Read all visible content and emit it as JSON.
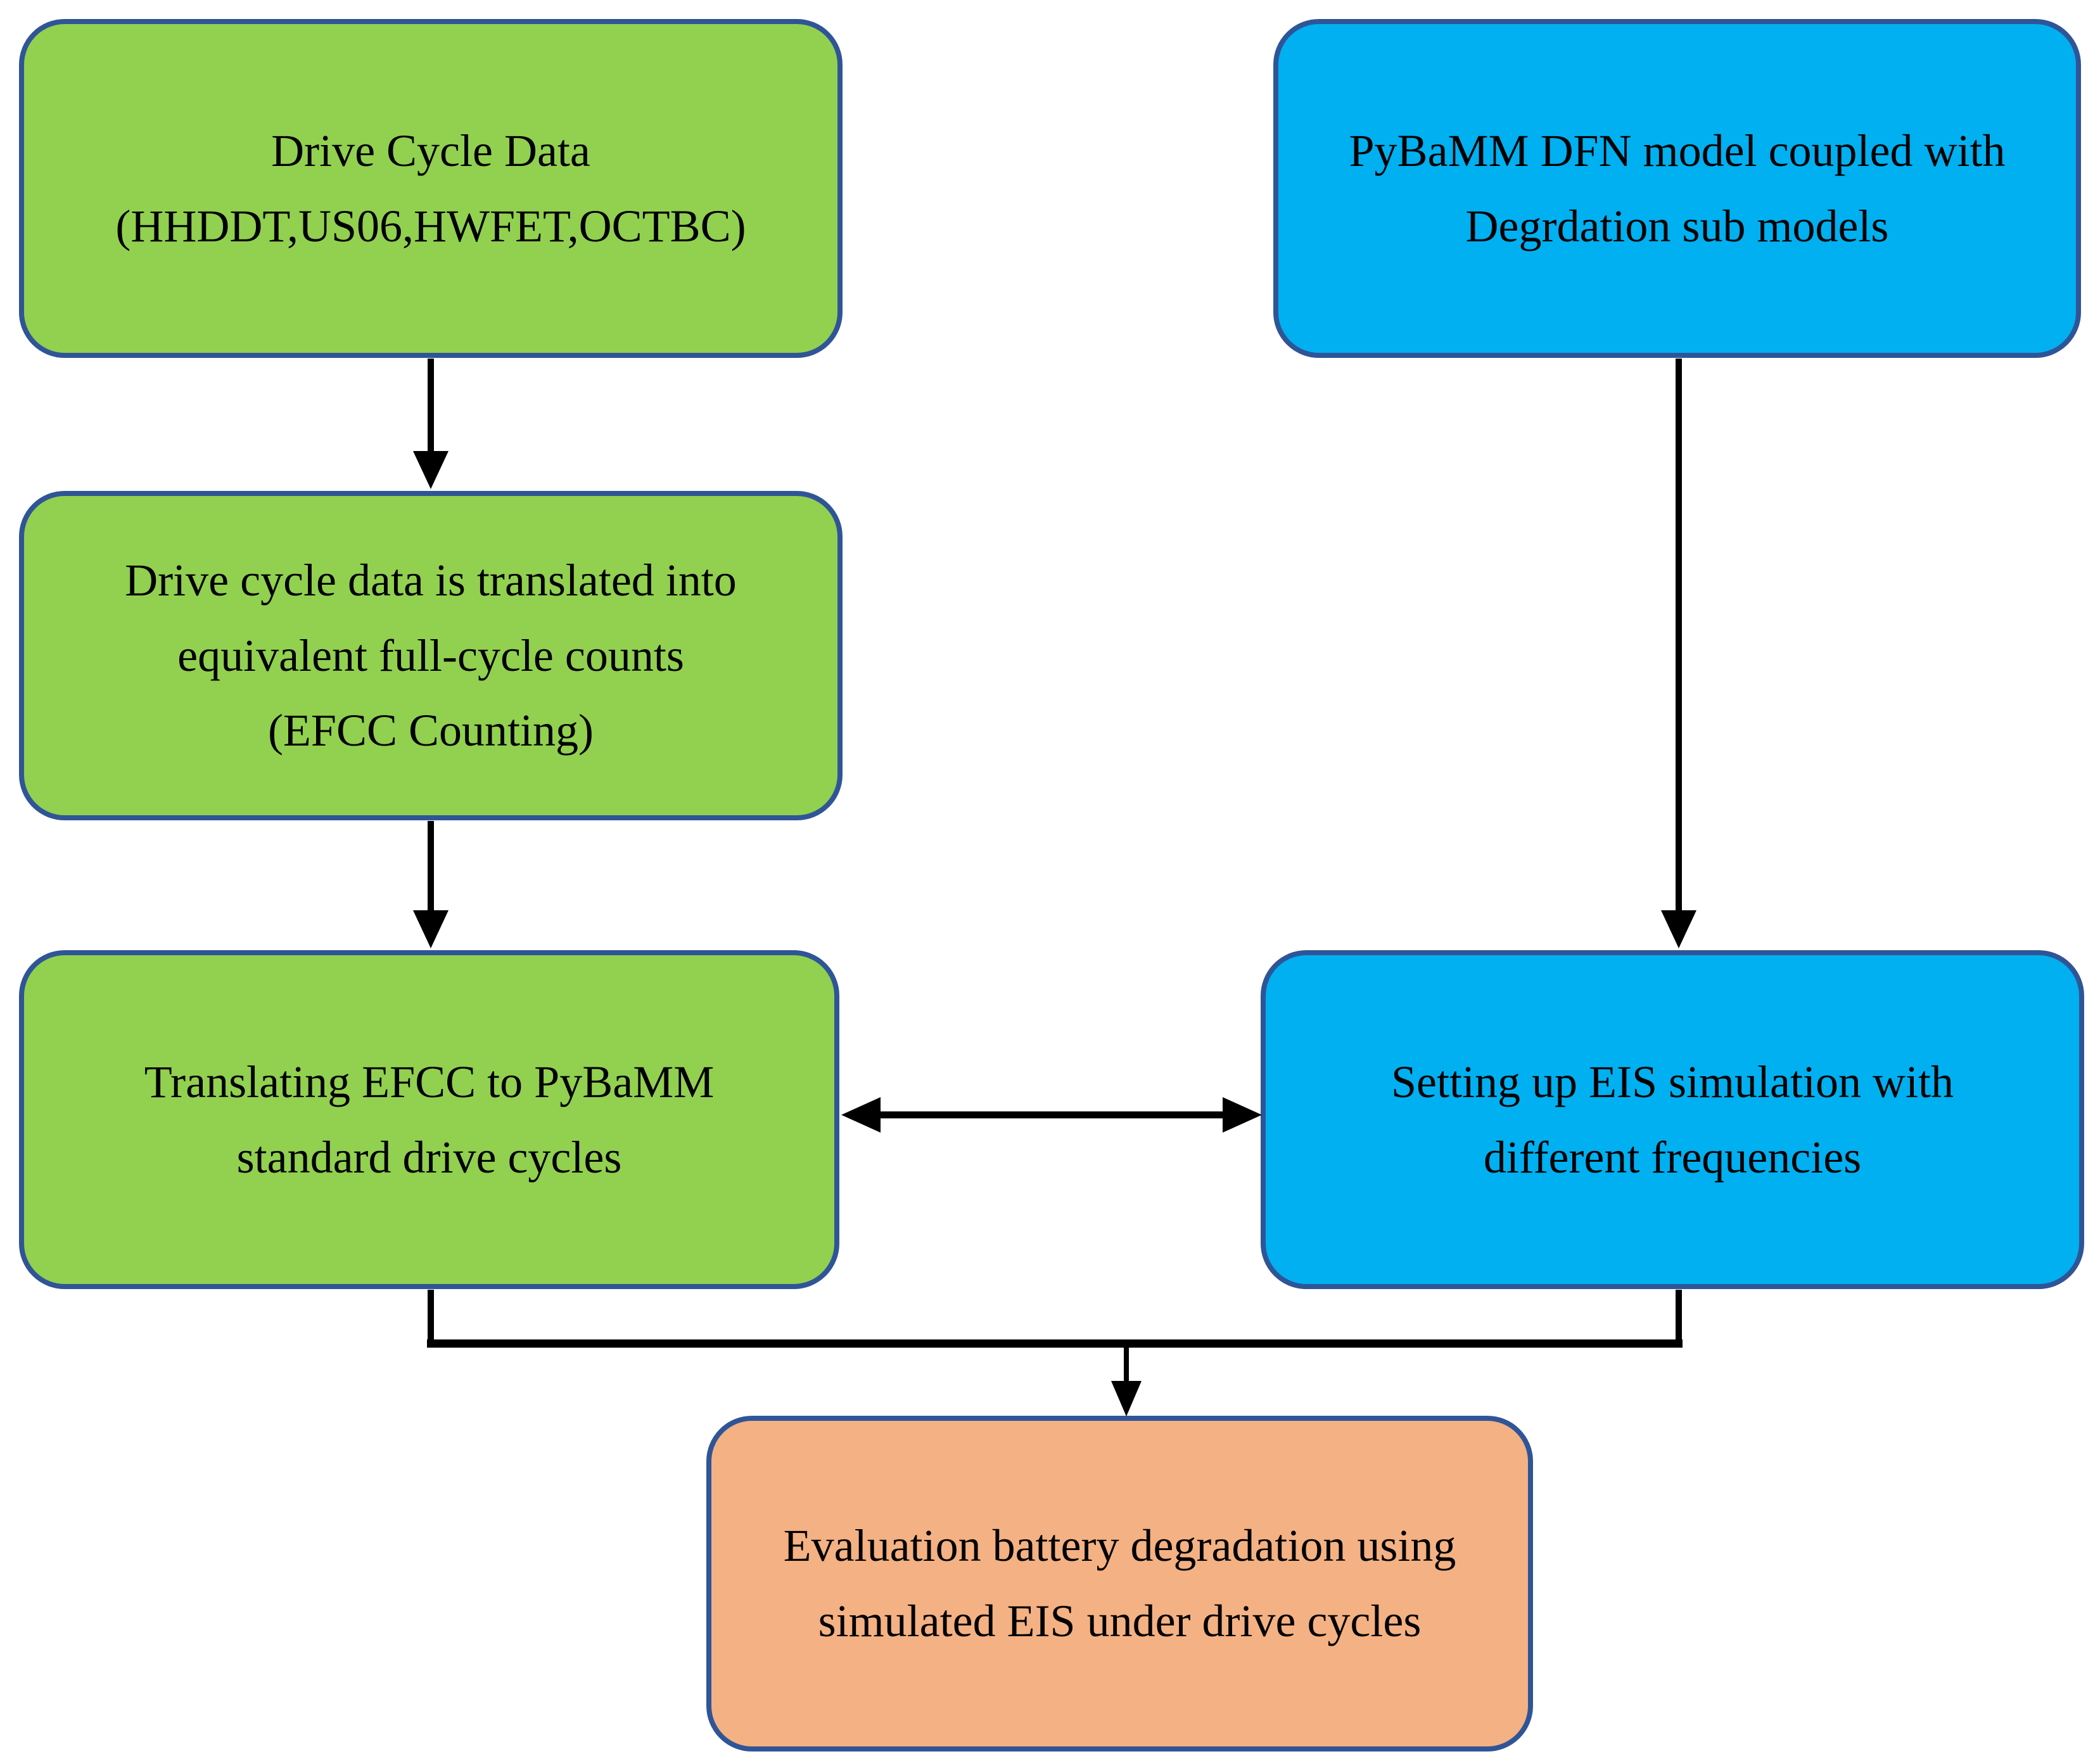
{
  "diagram": {
    "type": "flowchart",
    "nodes": [
      {
        "id": "drive-cycle-data",
        "text": "Drive Cycle Data\n(HHDDT,US06,HWFET,OCTBC)",
        "fill": "#92D050"
      },
      {
        "id": "pybamm-dfn-model",
        "text": "PyBaMM DFN model coupled with\nDegrdation sub models",
        "fill": "#00B0F0"
      },
      {
        "id": "efcc-counting",
        "text": "Drive cycle data is translated into\nequivalent full-cycle counts\n(EFCC Counting)",
        "fill": "#92D050"
      },
      {
        "id": "translating-efcc",
        "text": "Translating EFCC to PyBaMM\nstandard drive cycles",
        "fill": "#92D050"
      },
      {
        "id": "eis-simulation",
        "text": "Setting up EIS simulation with\ndifferent frequencies",
        "fill": "#00B0F0"
      },
      {
        "id": "evaluation",
        "text": "Evaluation battery degradation using\nsimulated EIS under drive cycles",
        "fill": "#F4B183"
      }
    ],
    "edges": [
      {
        "from": "drive-cycle-data",
        "to": "efcc-counting",
        "style": "arrow-down"
      },
      {
        "from": "efcc-counting",
        "to": "translating-efcc",
        "style": "arrow-down"
      },
      {
        "from": "pybamm-dfn-model",
        "to": "eis-simulation",
        "style": "arrow-down"
      },
      {
        "from": "translating-efcc",
        "to": "eis-simulation",
        "style": "double-headed-horizontal"
      },
      {
        "from": "translating-efcc + eis-simulation",
        "to": "evaluation",
        "style": "merge-elbow-arrow-down"
      }
    ],
    "colors": {
      "green": "#92D050",
      "blue": "#00B0F0",
      "orange": "#F4B183",
      "node_border": "#2F5597",
      "arrow": "#000000",
      "text": "#000000",
      "background": "#FFFFFF"
    }
  }
}
